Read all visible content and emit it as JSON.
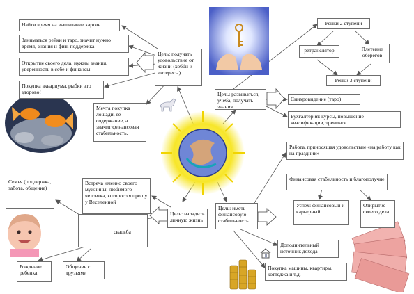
{
  "nodes": {
    "center_sun": "",
    "goal_hobby": "Цель: получать удовольствие от жизни (хобби и интересы)",
    "goal_develop": "Цель: развиваться, учеба, получать знания",
    "goal_personal": "Цель: наладить личную жизнь",
    "goal_finance": "Цель: иметь финансовую стабильность",
    "hobby_time": "Найти время на вышивание картин",
    "hobby_reiki": "Заниматься рейки и таро, значит нужно время, знания и фин. поддержка",
    "hobby_business": "Открытие своего дела, нужны знания, уверенность в себе и финансы",
    "hobby_aquarium": "Покупка аквариума, рыбки это здорово!",
    "hobby_horse": "Мечта покупка лошади, ее содержание, а значит финансовая стабильность.",
    "dev_reiki2": "Рейки 2 ступени",
    "dev_retranslator": "ретранслятор",
    "dev_amulets": "Плетение оберегов",
    "dev_reiki3": "Рейки 3 ступени",
    "dev_sync": "Синхровидение (таро)",
    "dev_accounting": "Бухгалтерия: курсы, повышение квалификации, тренинги.",
    "fin_work": "Работа, приносящая удовольствие «на работу как на праздник»",
    "fin_stability": "Финансовая стабильность и благополучие",
    "fin_success": "Успех: финансовый и карьерный",
    "fin_own_business": "Открытие своего дела",
    "fin_extra_income": "Дополнительный источник дохода",
    "fin_purchases": "Покупка машины, квартиры, коттеджа и т.д.",
    "pers_meeting": "Встреча именно своего мужчины, любимого человека, которого я прошу у Веселенной",
    "pers_wedding": "свадьба",
    "pers_family": "Семья (поддержка, забота, общение)",
    "pers_child": "Рождение ребенка",
    "pers_friends": "Общение с друзьями"
  },
  "icons": [
    "key-hands-picture",
    "goldfish-picture",
    "horse-icon",
    "sun-zodiac-picture",
    "rings-icon",
    "baby-picture",
    "house-icon",
    "coins-picture",
    "banknotes-picture"
  ],
  "colors": {
    "box_border": "#6e6e6e",
    "arrow": "#555555",
    "sun": "#f7e62a",
    "sky": "#6f86d6"
  }
}
